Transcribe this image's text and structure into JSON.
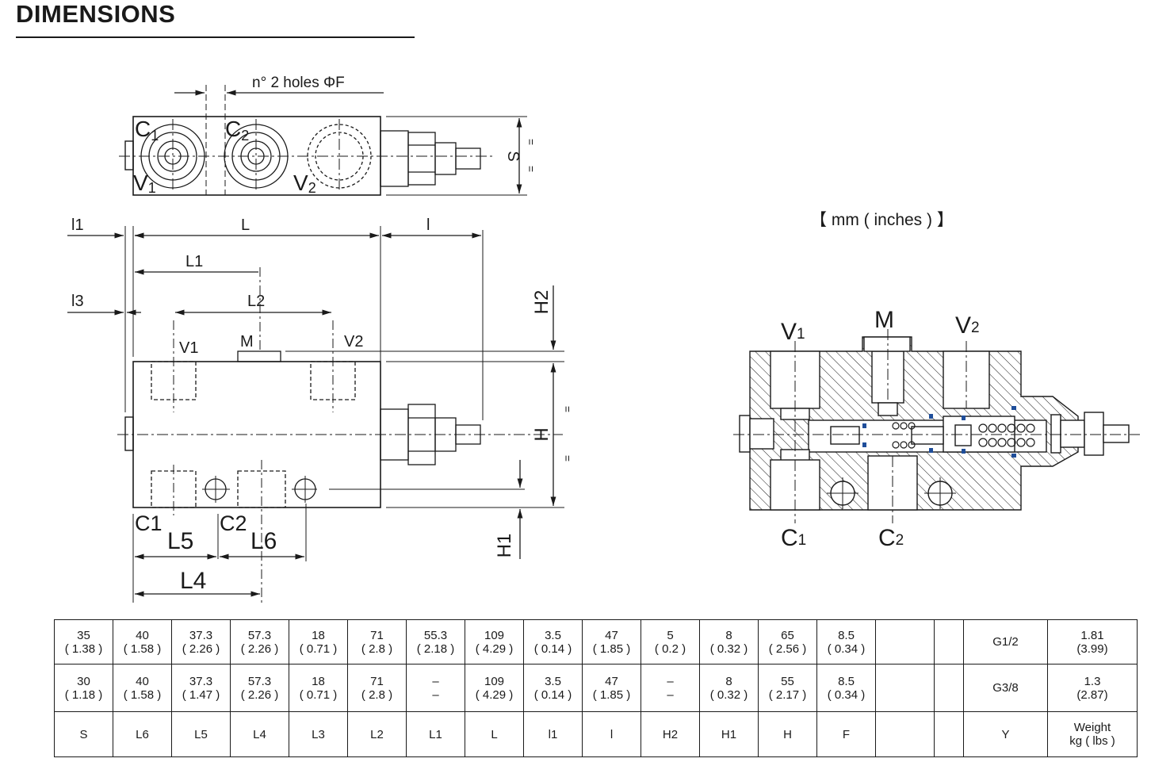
{
  "title": "DIMENSIONS",
  "units_note": "【 mm ( inches ) 】",
  "top_view": {
    "holes_note": "n°  2 holes ΦF",
    "s_label": "S",
    "port_c1": {
      "main": "C",
      "sub": "1"
    },
    "port_c2": {
      "main": "C",
      "sub": "2"
    },
    "port_v1": {
      "main": "V",
      "sub": "1"
    },
    "port_v2": {
      "main": "V",
      "sub": "2"
    },
    "eq_marks": [
      "=",
      "="
    ]
  },
  "front_view": {
    "dims": {
      "l1": "l1",
      "L": "L",
      "l": "l",
      "L1": "L1",
      "l3": "l3",
      "L2": "L2",
      "H2": "H2",
      "H": "H",
      "H1": "H1",
      "L4": "L4",
      "L5": "L5",
      "L6": "L6"
    },
    "ports": {
      "v1": "V1",
      "m": "M",
      "v2": "V2",
      "c1": "C1",
      "c2": "C2"
    },
    "eq_marks": [
      "=",
      "="
    ]
  },
  "section_view": {
    "m": "M",
    "v1": {
      "main": "V",
      "sub": "1"
    },
    "v2": {
      "main": "V",
      "sub": "2"
    },
    "c1": {
      "main": "C",
      "sub": "1"
    },
    "c2": {
      "main": "C",
      "sub": "2"
    }
  },
  "table": {
    "rows": [
      [
        "35\n( 1.38 )",
        "40\n( 1.58 )",
        "37.3\n( 2.26 )",
        "57.3\n( 2.26 )",
        "18\n( 0.71 )",
        "71\n( 2.8 )",
        "55.3\n( 2.18 )",
        "109\n( 4.29 )",
        "3.5\n( 0.14 )",
        "47\n( 1.85 )",
        "5\n( 0.2 )",
        "8\n( 0.32 )",
        "65\n( 2.56 )",
        "8.5\n( 0.34 )",
        "",
        "",
        "G1/2",
        "1.81\n(3.99)"
      ],
      [
        "30\n( 1.18 )",
        "40\n( 1.58 )",
        "37.3\n( 1.47 )",
        "57.3\n( 2.26 )",
        "18\n( 0.71 )",
        "71\n( 2.8 )",
        "–\n–",
        "109\n( 4.29 )",
        "3.5\n( 0.14 )",
        "47\n( 1.85 )",
        "–\n–",
        "8\n( 0.32 )",
        "55\n( 2.17 )",
        "8.5\n( 0.34 )",
        "",
        "",
        "G3/8",
        "1.3\n(2.87)"
      ],
      [
        "S",
        "L6",
        "L5",
        "L4",
        "L3",
        "L2",
        "L1",
        "L",
        "l1",
        "l",
        "H2",
        "H1",
        "H",
        "F",
        "",
        "",
        "Y",
        "Weight\nkg ( lbs )"
      ]
    ]
  }
}
